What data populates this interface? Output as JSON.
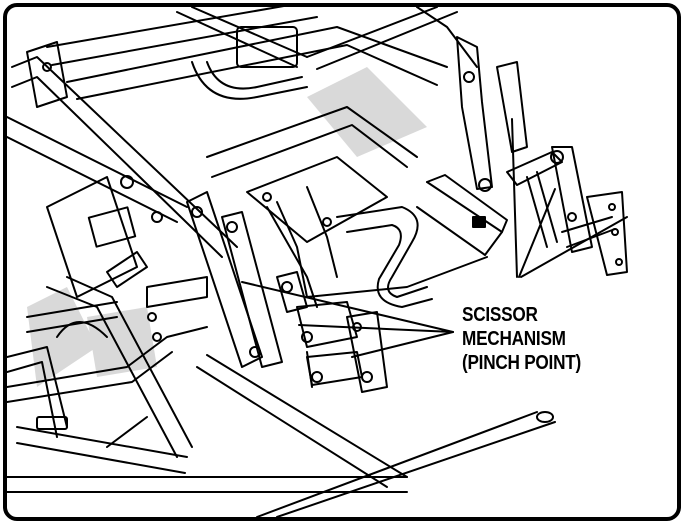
{
  "callout": {
    "line1": "SCISSOR",
    "line2": "MECHANISM",
    "line3": "(PINCH POINT)"
  },
  "colors": {
    "ink": "#000000",
    "paper": "#ffffff",
    "shade": "#d9d9d9"
  }
}
